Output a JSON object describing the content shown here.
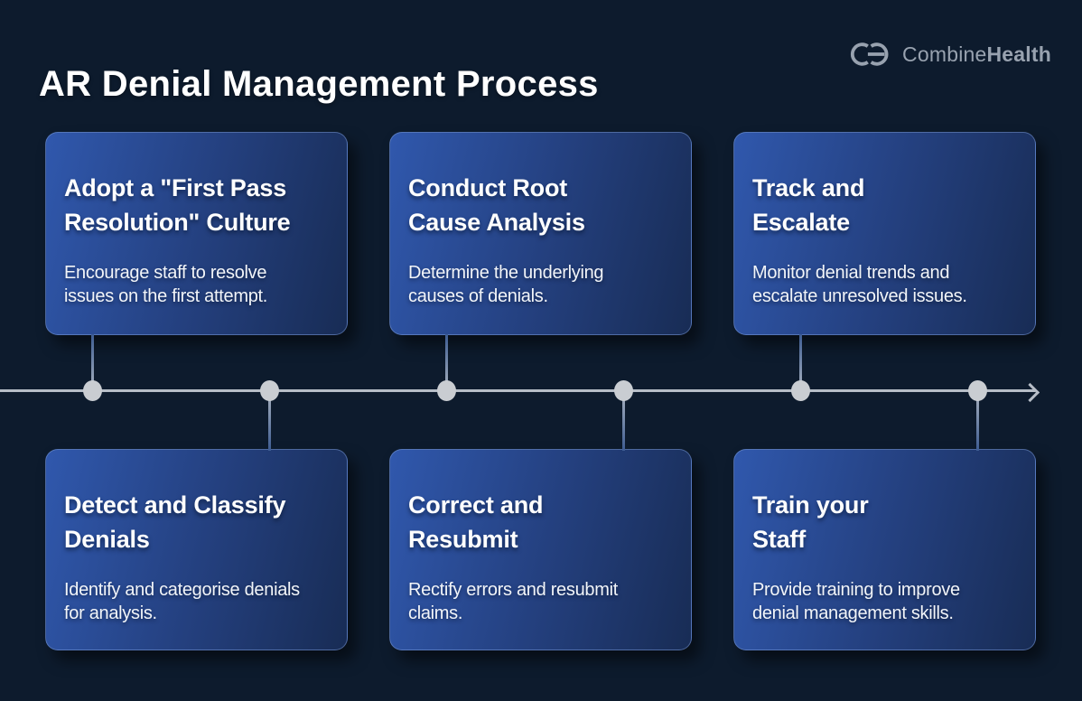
{
  "header": {
    "title": "AR Denial Management Process",
    "brand": {
      "regular": "Combine",
      "bold": "Health",
      "icon": "combinehealth-monogram-icon"
    }
  },
  "palette": {
    "background": "#0d1b2d",
    "card_grad_start": "#3058ad",
    "card_grad_mid": "#24407f",
    "card_grad_end": "#182c55",
    "card_border": "#5d7fc0",
    "timeline": "#b6bdc7",
    "dot": "#c9cdd2",
    "text": "#ffffff",
    "brand_text": "#98a2af"
  },
  "process": {
    "cards": [
      {
        "title": "Adopt a \"First Pass\nResolution\" Culture",
        "description": "Encourage staff to resolve\nissues on the first attempt."
      },
      {
        "title": "Conduct Root\nCause Analysis",
        "description": "Determine the underlying\ncauses of denials."
      },
      {
        "title": "Track and\nEscalate",
        "description": "Monitor denial trends and\nescalate unresolved issues."
      },
      {
        "title": "Detect and Classify\nDenials",
        "description": "Identify and categorise denials\nfor analysis."
      },
      {
        "title": "Correct and\nResubmit",
        "description": "Rectify errors and resubmit\nclaims."
      },
      {
        "title": "Train your\nStaff",
        "description": "Provide training to improve\ndenial management skills."
      }
    ]
  }
}
